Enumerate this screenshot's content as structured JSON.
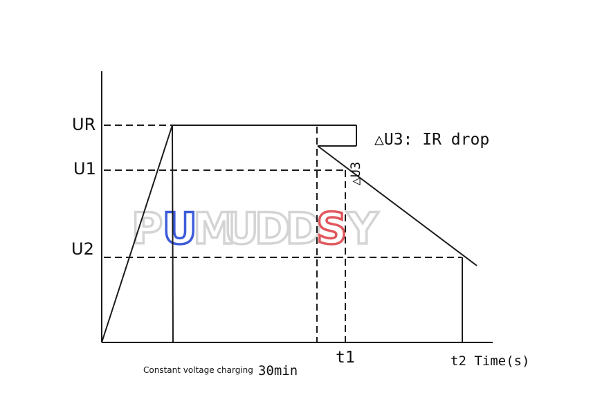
{
  "labels": {
    "ur": "UR",
    "u1": "U1",
    "u2": "U2",
    "delta_u3_annotation": "△U3: IR drop",
    "delta_u3_rotated": "△U3",
    "t1": "t1",
    "t2_time": "t2 Time(s)",
    "charging_text": "Constant voltage charging",
    "charging_duration": "30min"
  },
  "watermark": {
    "text": "PUMUDDSY",
    "letters": [
      "P",
      "U",
      "M",
      "U",
      "D",
      "D",
      "S",
      "Y"
    ],
    "base_color": "#d4d4d4",
    "accent_blue": "#3d5bd9",
    "accent_red": "#e0575c"
  },
  "colors": {
    "line": "#1a1a1a",
    "text": "#111111"
  }
}
